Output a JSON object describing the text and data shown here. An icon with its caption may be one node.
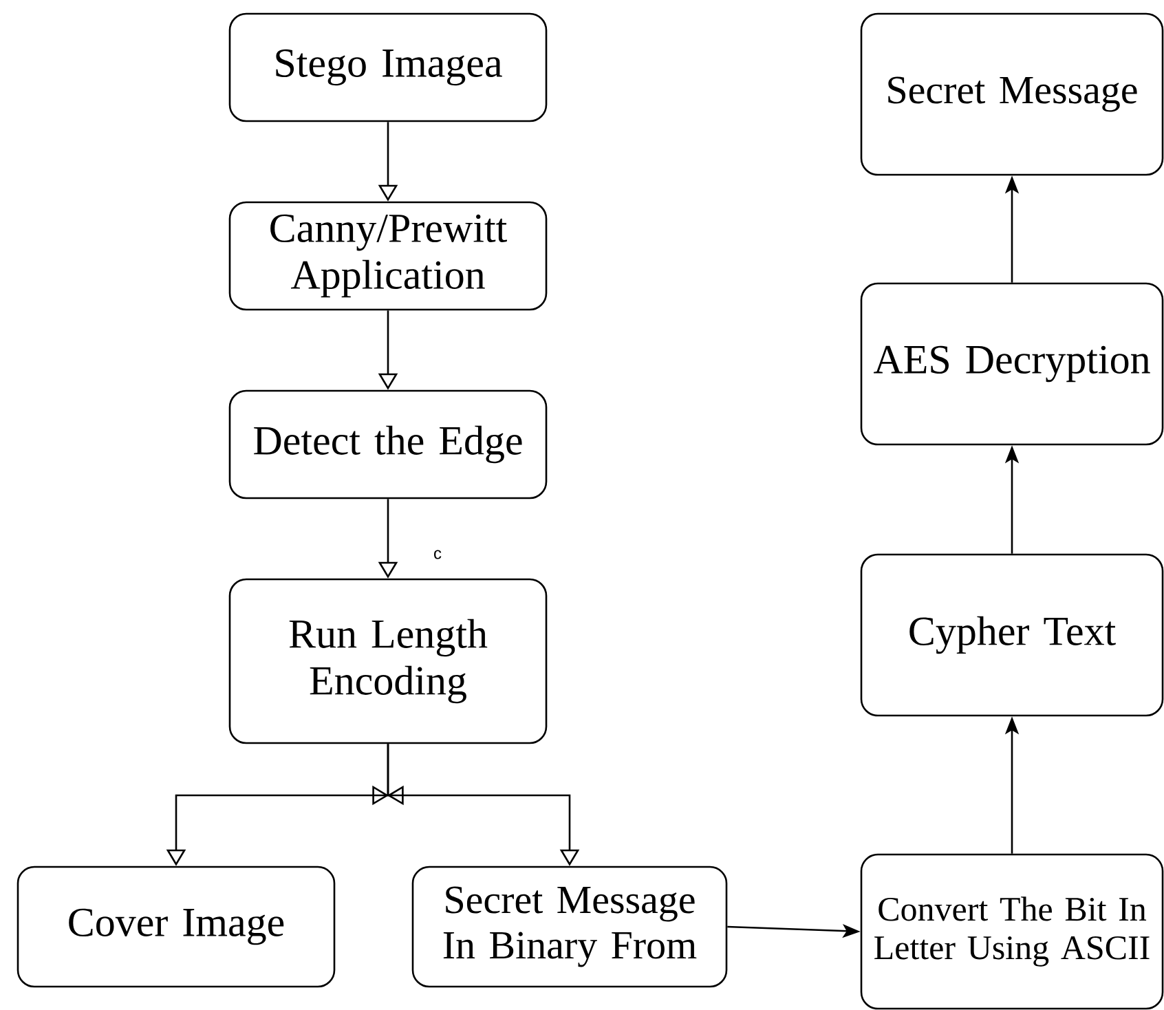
{
  "diagram": {
    "nodes": [
      {
        "text": [
          "Stego Imagea"
        ]
      },
      {
        "text": [
          "Canny/Prewitt Application"
        ]
      },
      {
        "text": [
          "Detect the Edge"
        ]
      },
      {
        "text": [
          "Run Length Encoding"
        ]
      },
      {
        "text": [
          "Cover Image"
        ]
      },
      {
        "text": [
          "Secret Message In Binary From"
        ]
      },
      {
        "text": [
          "Convert The Bit In Letter Using ASCII"
        ]
      },
      {
        "text": [
          "Cypher Text"
        ]
      },
      {
        "text": [
          "AES Decryption"
        ]
      },
      {
        "text": [
          "Secret Message"
        ]
      }
    ],
    "edges": [
      {
        "from": 0,
        "to": 1,
        "arrow": "to"
      },
      {
        "from": 1,
        "to": 2,
        "arrow": "to"
      },
      {
        "from": 2,
        "to": 3,
        "arrow": "to"
      },
      {
        "from": 3,
        "to": 4,
        "arrow": "to"
      },
      {
        "from": 3,
        "to": 5,
        "arrow": "to"
      },
      {
        "from": 5,
        "to": 6,
        "arrow": "to"
      },
      {
        "from": 6,
        "to": 7,
        "arrow": "to"
      },
      {
        "from": 7,
        "to": 8,
        "arrow": "to"
      },
      {
        "from": 8,
        "to": 9,
        "arrow": "to"
      }
    ],
    "labels": [
      "c"
    ]
  }
}
